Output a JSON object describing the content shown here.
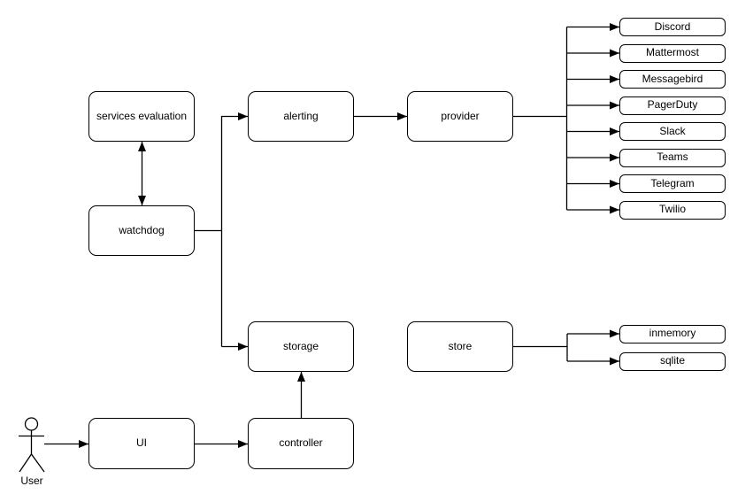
{
  "diagram": {
    "nodes": {
      "services_evaluation": "services evaluation",
      "watchdog": "watchdog",
      "alerting": "alerting",
      "provider": "provider",
      "storage": "storage",
      "store": "store",
      "ui": "UI",
      "controller": "controller"
    },
    "alert_providers": [
      "Discord",
      "Mattermost",
      "Messagebird",
      "PagerDuty",
      "Slack",
      "Teams",
      "Telegram",
      "Twilio"
    ],
    "store_backends": [
      "inmemory",
      "sqlite"
    ],
    "actor": {
      "label": "User"
    },
    "colors": {
      "stroke": "#000000",
      "background": "#ffffff",
      "text": "#000000"
    }
  }
}
